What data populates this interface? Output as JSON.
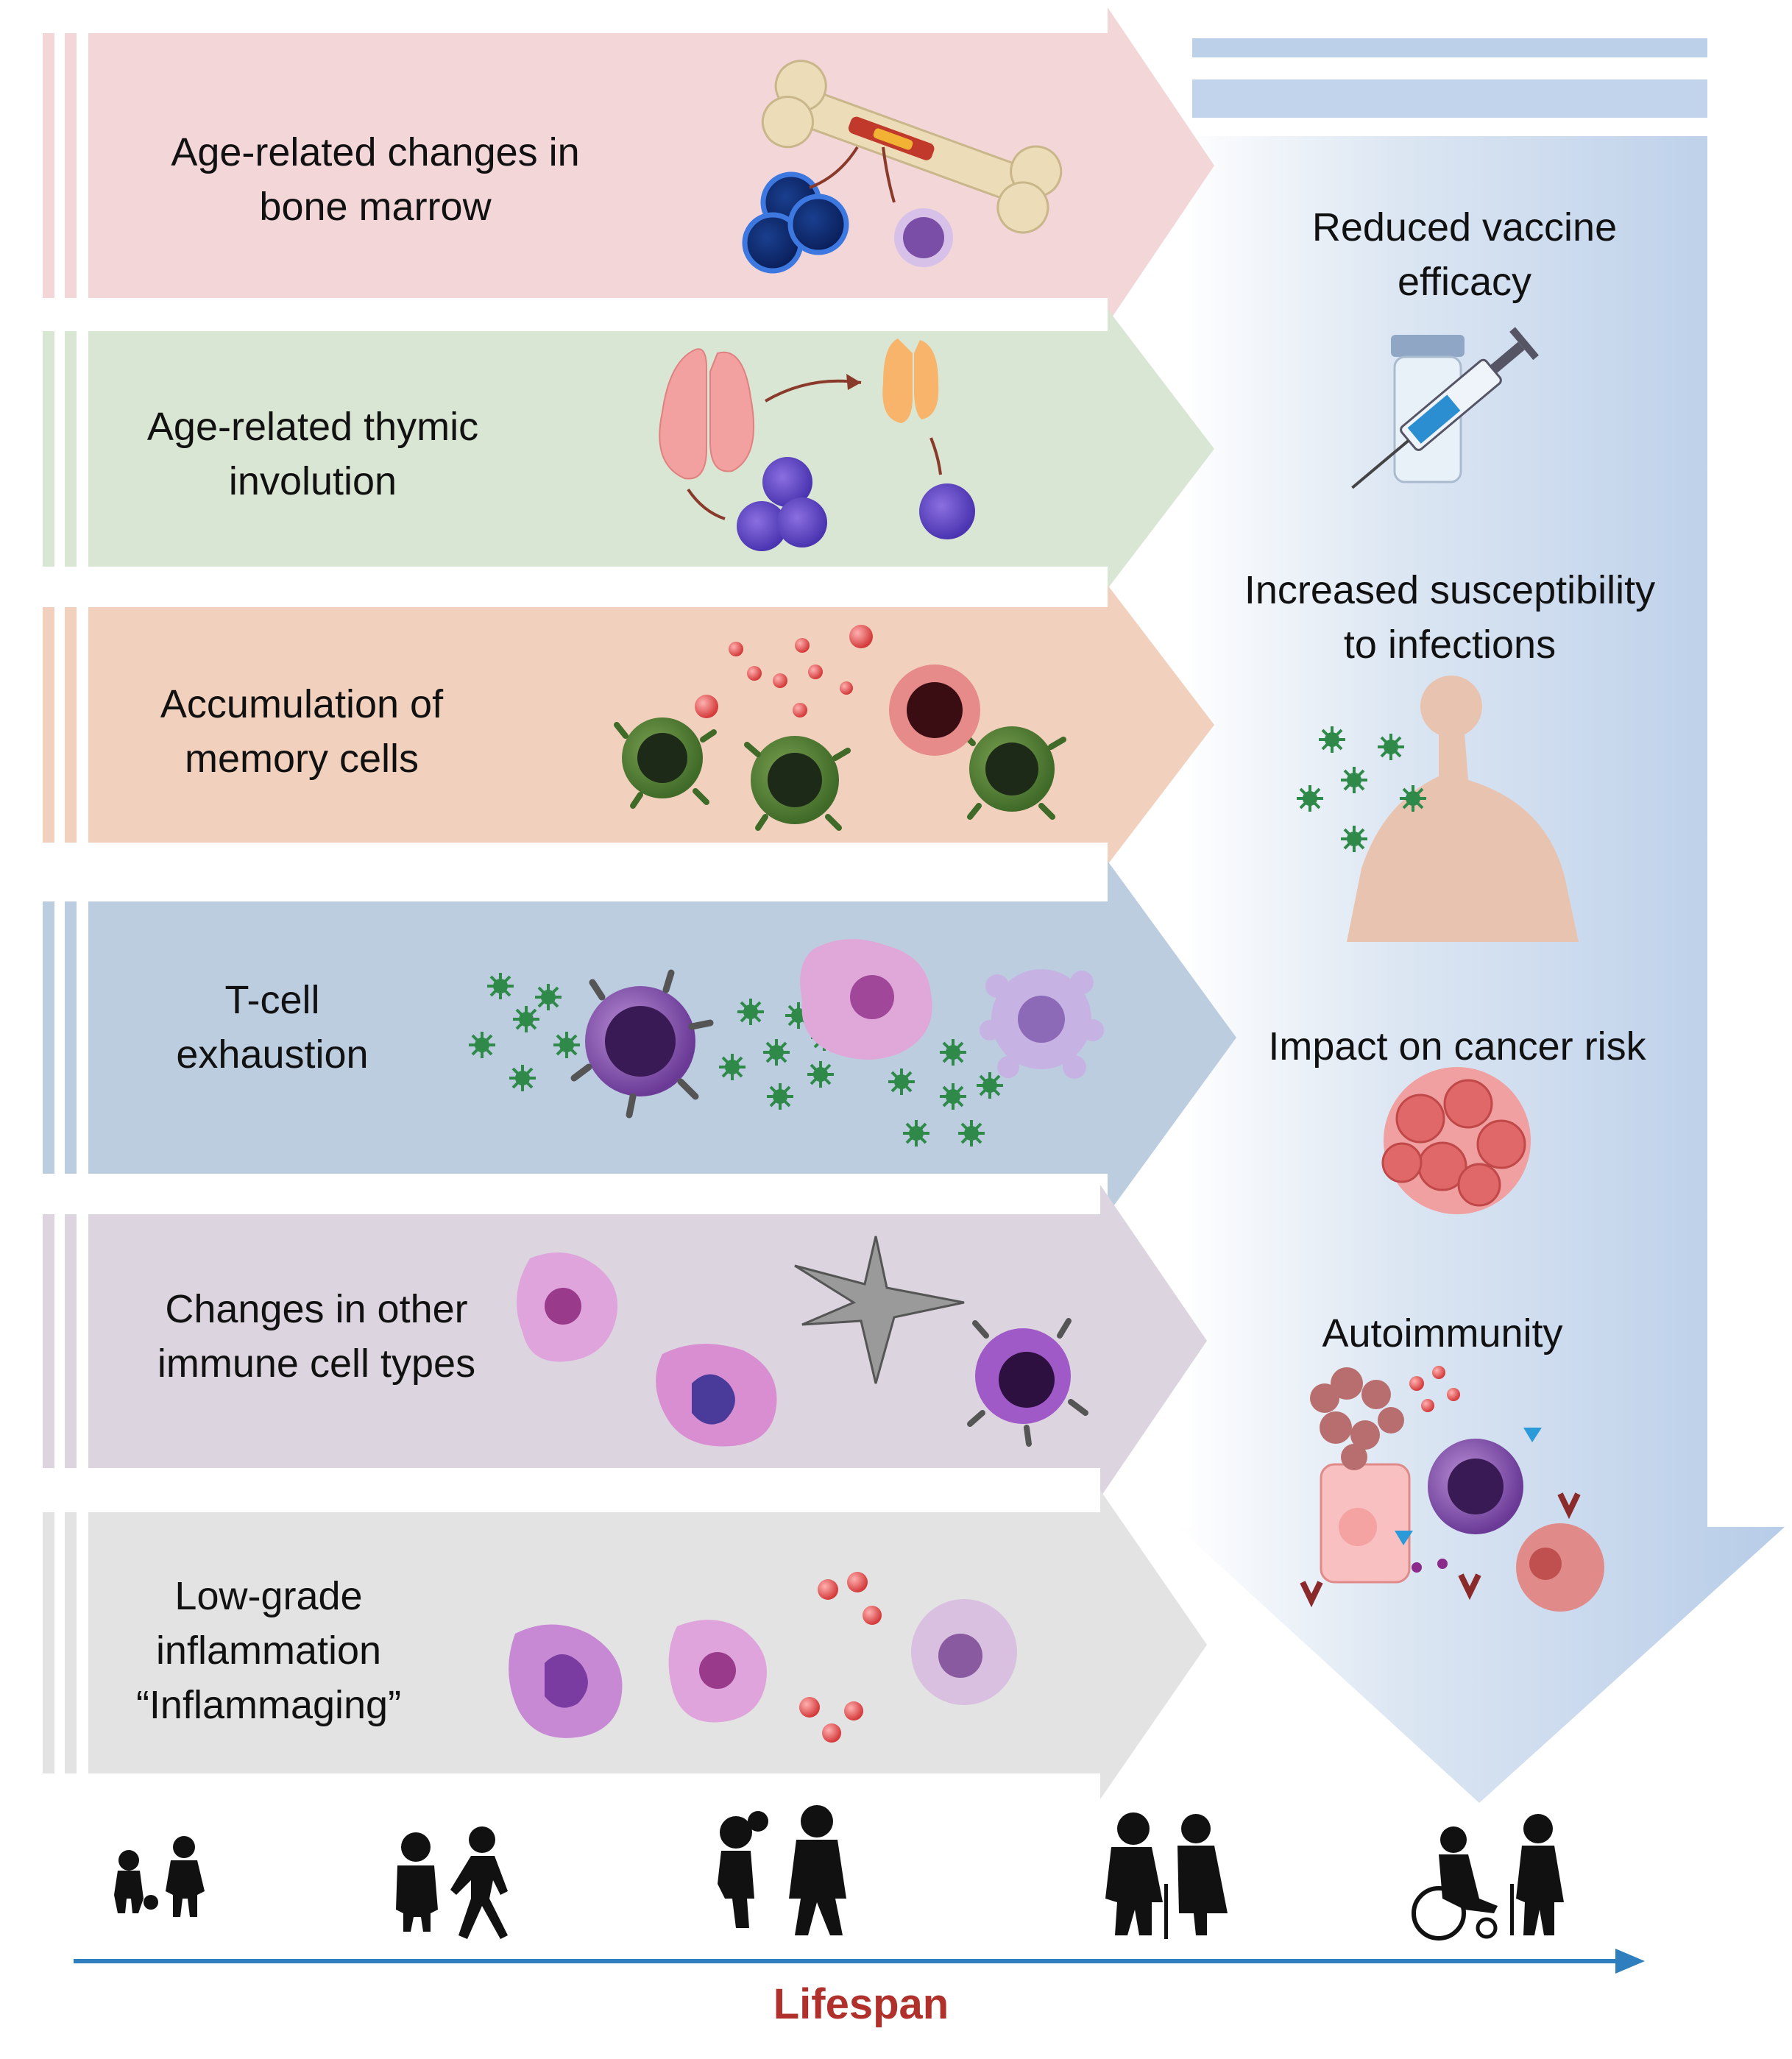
{
  "colors": {
    "arrow_bone_marrow": "#f2d6d8",
    "arrow_thymic": "#dae6d4",
    "arrow_memory": "#f1d1bd",
    "arrow_exhaustion": "#bccde0",
    "arrow_other": "#dcd5df",
    "arrow_inflammation": "#e3e3e3",
    "outcome_arrow": "#b9cde8",
    "timeline_arrow": "#2f7fbf",
    "lifespan_text": "#b0302c"
  },
  "causes": [
    {
      "id": "bone-marrow",
      "lines": [
        "Age-related changes in",
        "bone marrow"
      ]
    },
    {
      "id": "thymic",
      "lines": [
        "Age-related thymic",
        "involution"
      ]
    },
    {
      "id": "memory",
      "lines": [
        "Accumulation of",
        "memory cells"
      ]
    },
    {
      "id": "exhaustion",
      "lines": [
        "T-cell",
        "exhaustion"
      ]
    },
    {
      "id": "other-cells",
      "lines": [
        "Changes in other",
        "immune cell types"
      ]
    },
    {
      "id": "inflammation",
      "lines": [
        "Low-grade",
        "inflammation",
        "“Inflammaging”"
      ]
    }
  ],
  "outcomes": [
    {
      "id": "vaccine",
      "lines": [
        "Reduced vaccine",
        "efficacy"
      ],
      "icon": "syringe-vial-icon"
    },
    {
      "id": "infection",
      "lines": [
        "Increased susceptibility",
        "to infections"
      ],
      "icon": "human-virus-icon"
    },
    {
      "id": "cancer",
      "lines": [
        "Impact on cancer risk"
      ],
      "icon": "tumor-cells-icon"
    },
    {
      "id": "autoimmunity",
      "lines": [
        "Autoimmunity"
      ],
      "icon": "autoimmune-cells-icon"
    }
  ],
  "timeline": {
    "label": "Lifespan",
    "stages": [
      "toddlers-icon",
      "children-icon",
      "adults-icon",
      "elderly-couple-icon",
      "wheelchair-elderly-icon"
    ]
  }
}
